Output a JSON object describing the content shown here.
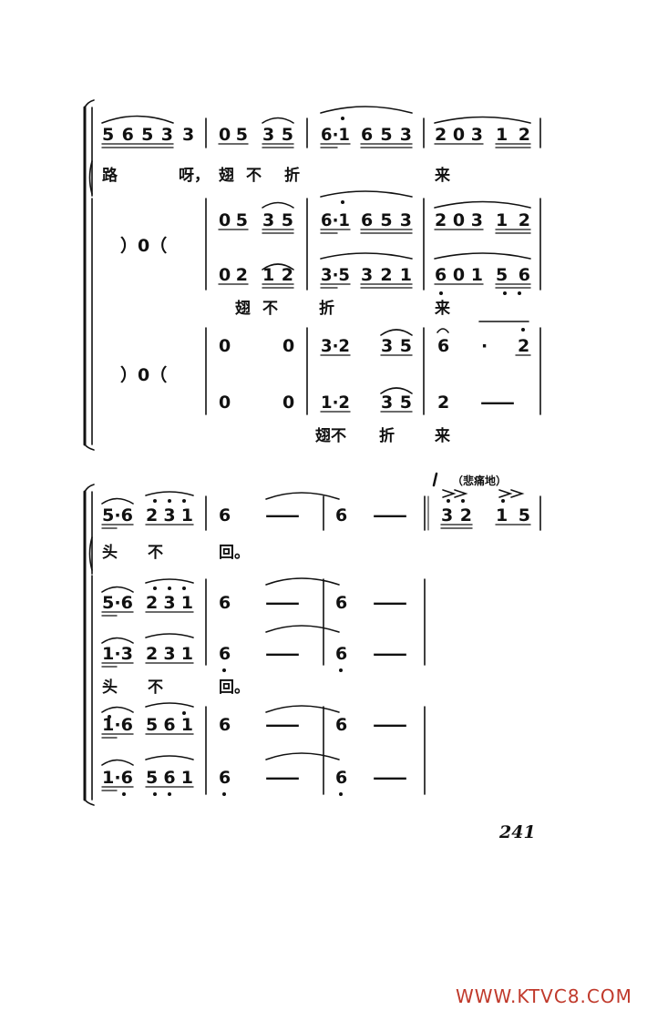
{
  "page_number": "241",
  "watermark": "WWW.KTVC8.COM",
  "expression_mark": "（悲痛地）",
  "system1": {
    "solo": {
      "m1a": "5653",
      "m1b": "3",
      "m2a": "05",
      "m2b": "35",
      "m3a": "6·1",
      "m3b": "653",
      "m4a": "203",
      "m4b": "12"
    },
    "solo_lyrics": {
      "l1": "路",
      "l2": "呀，",
      "l3": "翅",
      "l4": "不",
      "l5": "折",
      "l6": "来"
    },
    "rest1": "）0（",
    "rest2": "）0（",
    "sop1": {
      "m2a": "05",
      "m2b": "35",
      "m3a": "6·1",
      "m3b": "653",
      "m4a": "203",
      "m4b": "12"
    },
    "sop2": {
      "m2a": "02",
      "m2b": "12",
      "m3a": "3·5",
      "m3b": "321",
      "m4a": "601",
      "m4b": "56"
    },
    "lyrics_a": {
      "l1": "翅",
      "l2": "不",
      "l3": "折",
      "l4": "来"
    },
    "low1": {
      "m2a": "0",
      "m2b": "0",
      "m3a": "3·2",
      "m3b": "35",
      "m4a": "6",
      "m4b": "·",
      "m4c": "2"
    },
    "low2": {
      "m2a": "0",
      "m2b": "0",
      "m3a": "1·2",
      "m3b": "35",
      "m4a": "2",
      "m4b": "—"
    },
    "lyrics_b": {
      "l1": "翅不",
      "l2": "折",
      "l3": "来"
    }
  },
  "system2": {
    "solo": {
      "m1a": "5·6",
      "m1b": "231",
      "m2a": "6",
      "m2b": "—",
      "m3a": "6",
      "m3b": "—",
      "m4a": "32",
      "m4b": "15"
    },
    "solo_lyrics": {
      "l1": "头",
      "l2": "不",
      "l3": "回。"
    },
    "s1": {
      "m1a": "5·6",
      "m1b": "231",
      "m2a": "6",
      "m2b": "—",
      "m3a": "6",
      "m3b": "—"
    },
    "s2": {
      "m1a": "1·3",
      "m1b": "231",
      "m2a": "6",
      "m2b": "—",
      "m3a": "6",
      "m3b": "—"
    },
    "lyrics": {
      "l1": "头",
      "l2": "不",
      "l3": "回。"
    },
    "s3": {
      "m1a": "1·6",
      "m1b": "561",
      "m2a": "6",
      "m2b": "—",
      "m3a": "6",
      "m3b": "—"
    },
    "s4": {
      "m1a": "1·6",
      "m1b": "561",
      "m2a": "6",
      "m2b": "—",
      "m3a": "6",
      "m3b": "—"
    }
  }
}
